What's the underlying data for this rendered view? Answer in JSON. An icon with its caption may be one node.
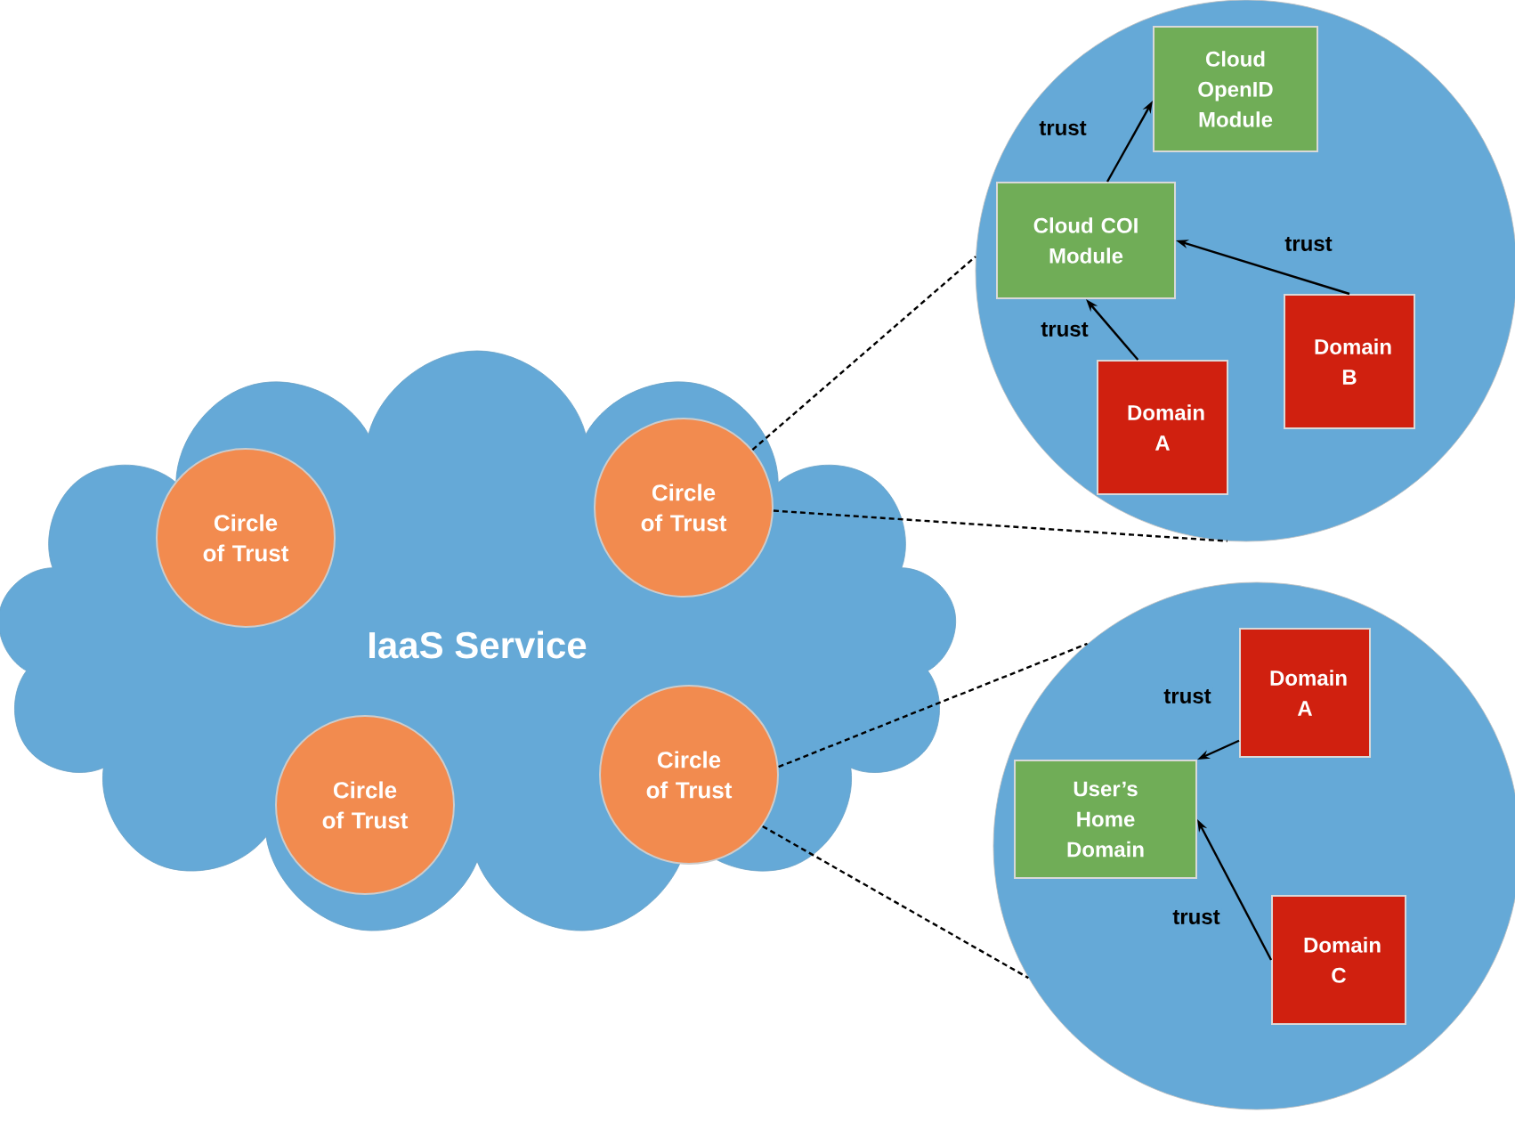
{
  "diagram": {
    "nodes": [
      {
        "text": [
          "IaaS Service"
        ]
      },
      {
        "text": [
          "Circle of Trust"
        ],
        "in": 0
      },
      {
        "text": [
          "Circle of Trust"
        ],
        "in": 0
      },
      {
        "text": [
          "Circle of Trust"
        ],
        "in": 0
      },
      {
        "text": [
          "Circle of Trust"
        ],
        "in": 0
      },
      {
        "text": [],
        "shape": "circle"
      },
      {
        "text": [
          "Cloud OpenID Module"
        ],
        "in": 5
      },
      {
        "text": [
          "Cloud COI Module"
        ],
        "in": 5
      },
      {
        "text": [
          "Domain B"
        ],
        "in": 5
      },
      {
        "text": [
          "Domain A"
        ],
        "in": 5
      },
      {
        "text": [],
        "shape": "circle"
      },
      {
        "text": [
          "Domain A"
        ],
        "in": 10
      },
      {
        "text": [
          "User’s Home Domain"
        ],
        "in": 10
      },
      {
        "text": [
          "Domain C"
        ],
        "in": 10
      }
    ],
    "edges": [
      {
        "from": 2,
        "to": 5,
        "arrow": "none",
        "style": "dashed"
      },
      {
        "from": 2,
        "to": 5,
        "arrow": "none",
        "style": "dashed"
      },
      {
        "from": 4,
        "to": 10,
        "arrow": "none",
        "style": "dashed"
      },
      {
        "from": 4,
        "to": 10,
        "arrow": "none",
        "style": "dashed"
      },
      {
        "from": 7,
        "to": 6,
        "arrow": "to",
        "label": "trust"
      },
      {
        "from": 8,
        "to": 7,
        "arrow": "to",
        "label": "trust"
      },
      {
        "from": 9,
        "to": 7,
        "arrow": "to",
        "label": "trust"
      },
      {
        "from": 11,
        "to": 12,
        "arrow": "to",
        "label": "trust"
      },
      {
        "from": 13,
        "to": 12,
        "arrow": "to",
        "label": "trust"
      }
    ]
  }
}
